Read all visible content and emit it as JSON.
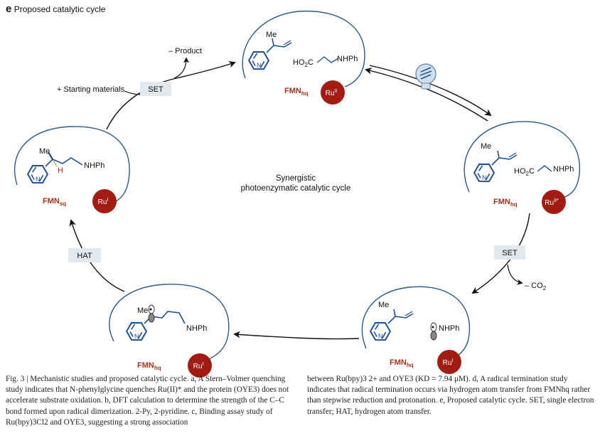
{
  "panel": {
    "letter": "e",
    "title": "Proposed catalytic cycle"
  },
  "center": {
    "line1": "Synergistic",
    "line2": "photoenzymatic catalytic cycle"
  },
  "steps": {
    "set_top": "SET",
    "plus_starting": "+ Starting materials",
    "minus_product": "– Product",
    "set_right": "SET",
    "minus_co2_prefix": "– CO",
    "minus_co2_sub": "2",
    "hat": "HAT"
  },
  "enzymes": {
    "top": {
      "fmn": "FMN",
      "fmn_sub": "hq",
      "ru": "Ru",
      "ru_sup": "II"
    },
    "right": {
      "fmn": "FMN",
      "fmn_sub": "hq",
      "ru": "Ru",
      "ru_sup": "II*"
    },
    "bottom_right": {
      "fmn": "FMN",
      "fmn_sub": "hq",
      "ru": "Ru",
      "ru_sup": "I"
    },
    "bottom_left": {
      "fmn": "FMN",
      "fmn_sub": "hq",
      "ru": "Ru",
      "ru_sup": "I"
    },
    "left": {
      "fmn": "FMN",
      "fmn_sub": "sq",
      "ru": "Ru",
      "ru_sup": "I"
    }
  },
  "molecules": {
    "me": "Me",
    "h": "H",
    "nhph": "NHPh",
    "ho2c_a": "HO",
    "ho2c_sub": "2",
    "ho2c_b": "C"
  },
  "light_icon": "lightbulb-icon",
  "caption": {
    "left": "Fig. 3 | Mechanistic studies and proposed catalytic cycle. a, A Stern–Volmer quenching study indicates that N-phenylglycine quenches Ru(II)* and the protein (OYE3) does not accelerate substrate oxidation. b, DFT calculation to determine the strength of the C–C bond formed upon radical dimerization. 2-Py, 2-pyridine. c, Binding assay study of Ru(bpy)3Cl2 and OYE3, suggesting a strong association",
    "right": "between Ru(bpy)3 2+ and OYE3 (KD = 7.94 μM). d, A radical termination study indicates that radical termination occurs via hydrogen atom transfer from FMNhq rather than stepwise reduction and protonation. e, Proposed catalytic cycle. SET, single electron transfer; HAT, hydrogen atom transfer."
  },
  "colors": {
    "fmn": "#a4331a",
    "ru": "#a31c14",
    "enzyme": "#2b5a8a",
    "molecule": "#1f4e9a",
    "box": "#dfe9ee"
  }
}
